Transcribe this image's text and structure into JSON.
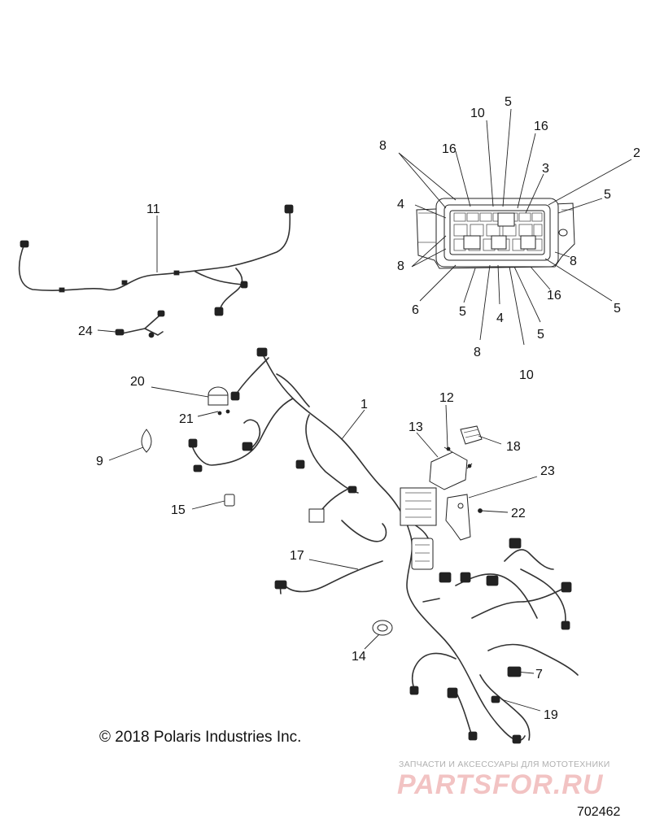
{
  "callouts": {
    "c1": "1",
    "c2": "2",
    "c3": "3",
    "c4a": "4",
    "c4b": "4",
    "c5a": "5",
    "c5b": "5",
    "c5c": "5",
    "c5d": "5",
    "c5e": "5",
    "c6": "6",
    "c7": "7",
    "c8a": "8",
    "c8b": "8",
    "c8c": "8",
    "c8d": "8",
    "c9": "9",
    "c10a": "10",
    "c10b": "10",
    "c11": "11",
    "c12": "12",
    "c13": "13",
    "c14": "14",
    "c15": "15",
    "c16a": "16",
    "c16b": "16",
    "c16c": "16",
    "c17": "17",
    "c18": "18",
    "c19": "19",
    "c20": "20",
    "c21": "21",
    "c22": "22",
    "c23": "23",
    "c24": "24"
  },
  "footer": {
    "copyright": "© 2018 Polaris Industries Inc.",
    "figure_number": "702462"
  },
  "watermark": {
    "tagline": "ЗАПЧАСТИ И АКСЕССУАРЫ ДЛЯ МОТОТЕХНИКИ",
    "brand": "PARTSFOR.RU"
  }
}
